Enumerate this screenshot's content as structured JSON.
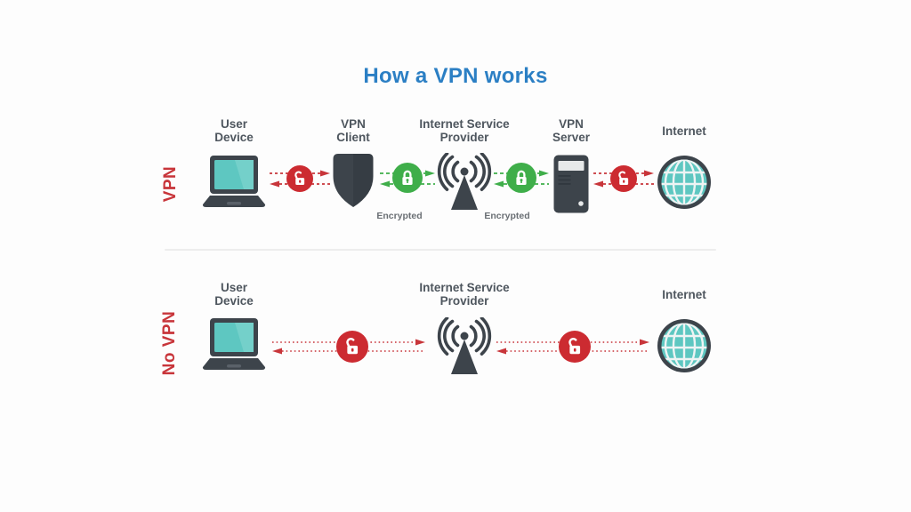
{
  "title": "How a VPN works",
  "rows": {
    "vpn": {
      "label": "VPN",
      "nodes": {
        "user_device": {
          "line1": "User",
          "line2": "Device"
        },
        "vpn_client": {
          "line1": "VPN",
          "line2": "Client"
        },
        "isp": {
          "line1": "Internet Service",
          "line2": "Provider"
        },
        "vpn_server": {
          "line1": "VPN",
          "line2": "Server"
        },
        "internet": {
          "line1": "Internet"
        }
      },
      "encrypted_1": "Encrypted",
      "encrypted_2": "Encrypted"
    },
    "no_vpn": {
      "label": "No VPN",
      "nodes": {
        "user_device": {
          "line1": "User",
          "line2": "Device"
        },
        "isp": {
          "line1": "Internet Service",
          "line2": "Provider"
        },
        "internet": {
          "line1": "Internet"
        }
      }
    }
  },
  "icons": [
    "laptop-icon",
    "shield-icon",
    "antenna-icon",
    "server-icon",
    "globe-icon",
    "unlocked-padlock-icon",
    "locked-padlock-icon",
    "dashed-double-arrow",
    "dotted-double-arrow"
  ],
  "colors": {
    "background": "#fdfdfd",
    "title_blue": "#2b7fc4",
    "accent_red": "#c8353a",
    "badge_red": "#cc2b31",
    "accent_green": "#3fae4a",
    "icon_slate": "#3d444b",
    "icon_slate_dark": "#31383f",
    "icon_slate_light": "#5a6169",
    "icon_teal": "#5ec7c1",
    "icon_teal_light": "#74d0ca",
    "server_slot": "#e7e9ea",
    "globe_grid": "#eef4f4",
    "label_gray": "#4e565e",
    "encrypted_gray": "#6a6f74",
    "divider_gray": "#ededed",
    "white": "#ffffff"
  }
}
